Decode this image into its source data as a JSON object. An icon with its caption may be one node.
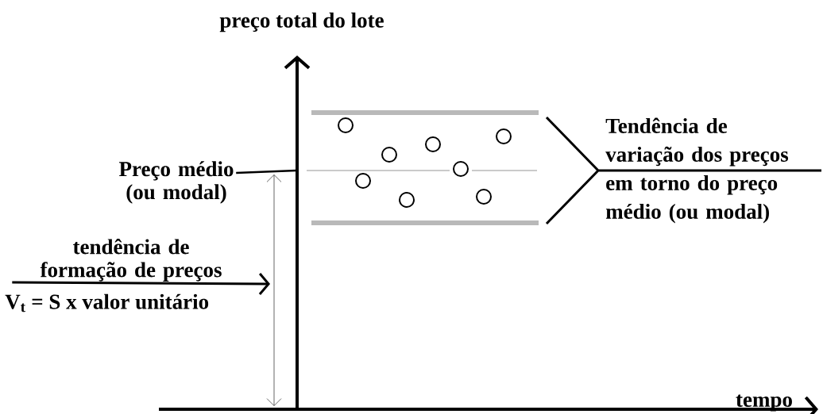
{
  "diagram": {
    "nodes": [
      {
        "text": [
          "Preço médio (ou modal)"
        ]
      },
      {
        "text": [
          "tendência de formação de preços"
        ]
      }
    ],
    "edges": [
      {
        "from": 0,
        "to": null,
        "arrow": "none"
      },
      {
        "from": 1,
        "to": null,
        "arrow": "to"
      }
    ],
    "labels": [
      "preço total do lote",
      "Tendência de variação dos preços em torno do preço médio (ou modal)",
      "V$_{t}$ = S x valor unitário",
      "tempo"
    ]
  }
}
